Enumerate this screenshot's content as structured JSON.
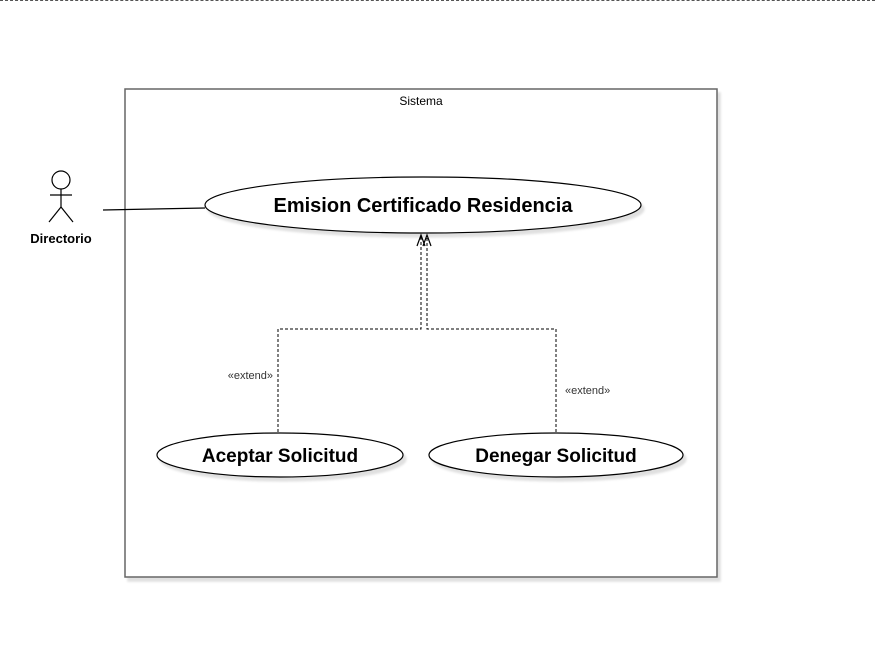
{
  "system": {
    "name": "Sistema"
  },
  "actor": {
    "name": "Directorio"
  },
  "use_cases": {
    "main": "Emision Certificado Residencia",
    "accept": "Aceptar Solicitud",
    "deny": "Denegar Solicitud"
  },
  "relations": {
    "extend_left": "«extend»",
    "extend_right": "«extend»"
  }
}
